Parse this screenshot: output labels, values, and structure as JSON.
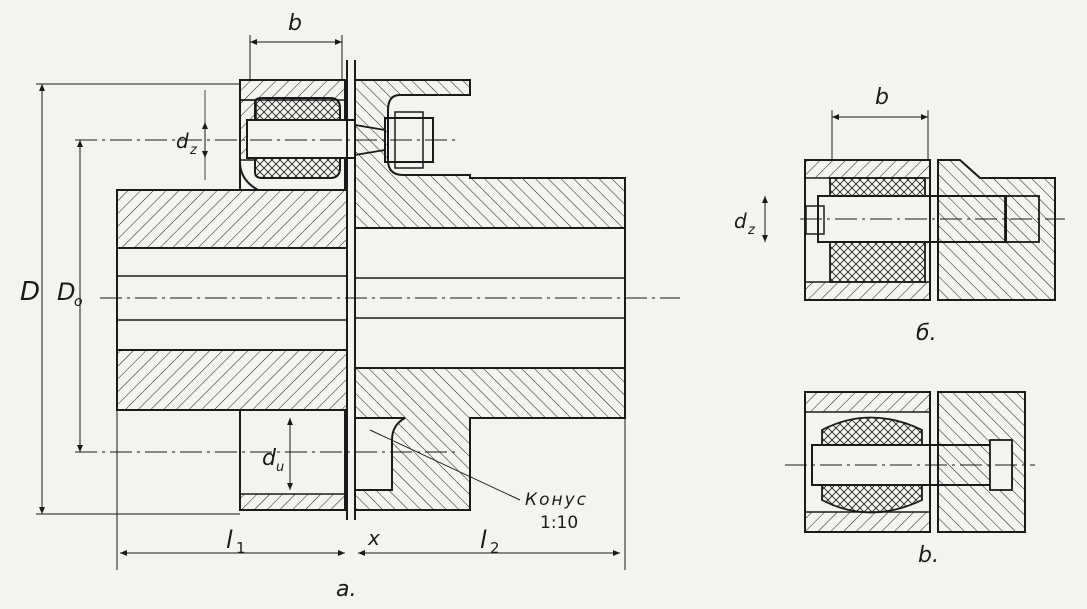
{
  "figure_a": {
    "dim_b": "b",
    "dim_dz": "d",
    "dim_dz_sub": "z",
    "dim_D": "D",
    "dim_Do": "D",
    "dim_Do_sub": "o",
    "dim_du": "d",
    "dim_du_sub": "u",
    "dim_l1": "l",
    "dim_l1_sub": "1",
    "dim_l2": "l",
    "dim_l2_sub": "2",
    "dim_x": "x",
    "cone_label": "Конус",
    "cone_ratio": "1:10",
    "caption": "a."
  },
  "figure_b": {
    "dim_b": "b",
    "dim_dz": "d",
    "dim_dz_sub": "z",
    "caption": "б."
  },
  "figure_c": {
    "caption": "b."
  },
  "colors": {
    "ink": "#1a1a1a",
    "paper": "#f4f3ef"
  }
}
